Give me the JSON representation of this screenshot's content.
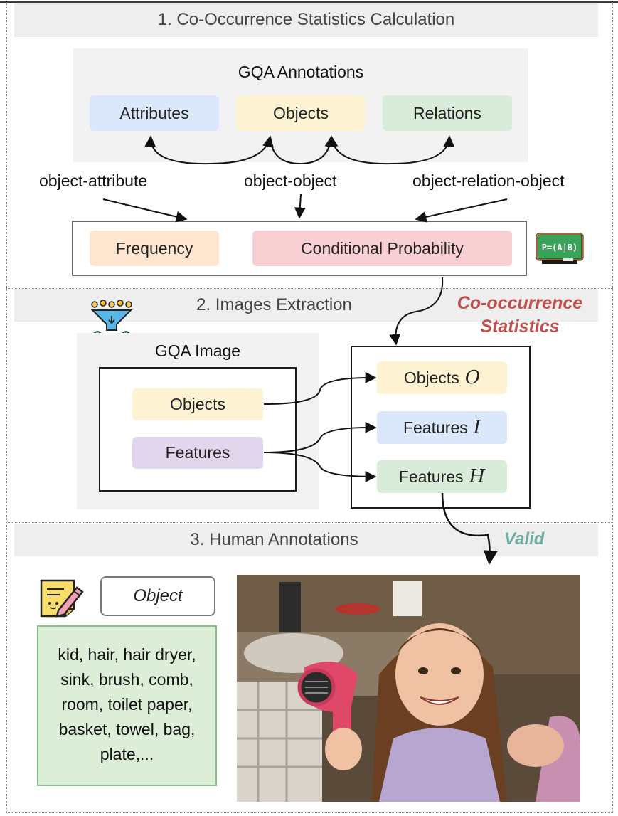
{
  "sections": {
    "s1_title": "1. Co-Occurrence Statistics Calculation",
    "s2_title": "2. Images Extraction",
    "s3_title": "3. Human Annotations"
  },
  "annotations": {
    "title": "GQA Annotations",
    "attributes": "Attributes",
    "objects": "Objects",
    "relations": "Relations"
  },
  "relation_labels": {
    "object_attribute": "object-attribute",
    "object_object": "object-object",
    "object_relation_object": "object-relation-object"
  },
  "statistics": {
    "frequency": "Frequency",
    "conditional_probability": "Conditional Probability",
    "formula_icon_text": "P=(A|B)",
    "cooccurrence_line1": "Co-occurrence",
    "cooccurrence_line2": "Statistics"
  },
  "image_extraction": {
    "title": "GQA Image",
    "objects": "Objects",
    "features": "Features",
    "out_objects": "Objects",
    "out_objects_var": "O",
    "out_features_i": "Features",
    "out_features_i_var": "I",
    "out_features_h": "Features",
    "out_features_h_var": "H"
  },
  "human": {
    "valid": "Valid",
    "object_tag": "Object",
    "object_list_line1": "kid, hair, hair dryer,",
    "object_list_line2": "sink, brush, comb,",
    "object_list_line3": "room, toilet paper,",
    "object_list_line4": "basket, towel, bag,",
    "object_list_line5": "plate,..."
  },
  "colors": {
    "cooccurrence_red": "#c0504d",
    "valid_teal": "#6fada4",
    "attributes_blue": "#dbe8fb",
    "objects_yellow": "#fdf3d3",
    "relations_green": "#d8ecd9",
    "frequency_orange": "#fde5cf",
    "conditional_pink": "#f8cfd2",
    "features_purple": "#e2d6ec"
  },
  "icons": [
    "formula-board-icon",
    "filter-funnel-icon",
    "sticky-note-pencil-icon",
    "photo-girl-hair-dryer"
  ]
}
